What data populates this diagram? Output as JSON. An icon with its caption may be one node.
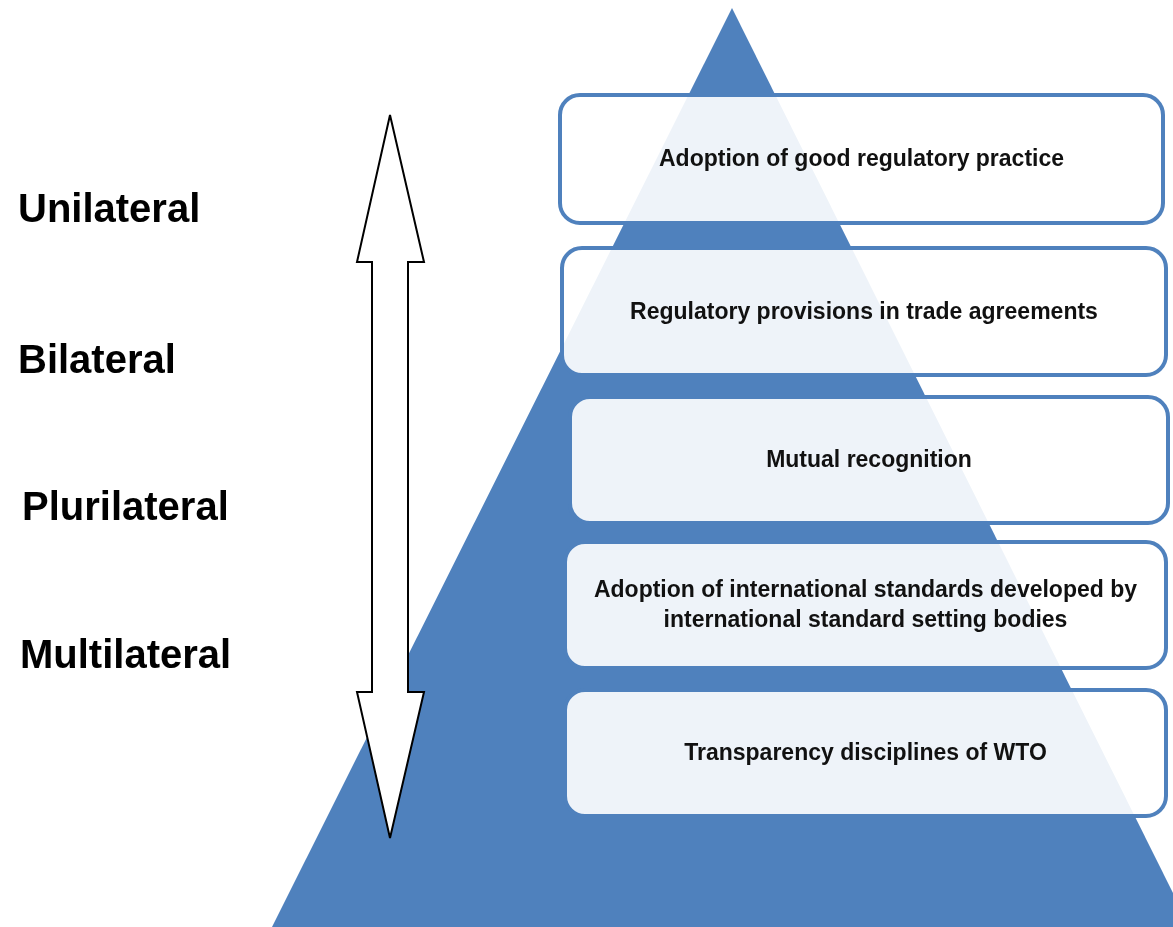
{
  "diagram": {
    "nodes": [
      {
        "text": [
          "Adoption of good regulatory practice"
        ]
      },
      {
        "text": [
          "Regulatory provisions in trade agreements"
        ]
      },
      {
        "text": [
          "Mutual recognition"
        ]
      },
      {
        "text": [
          "Adoption of international standards developed by international standard setting bodies"
        ]
      },
      {
        "text": [
          "Transparency disciplines of WTO"
        ]
      }
    ],
    "labels": [
      "Unilateral",
      "Bilateral",
      "Plurilateral",
      "Multilateral"
    ]
  }
}
